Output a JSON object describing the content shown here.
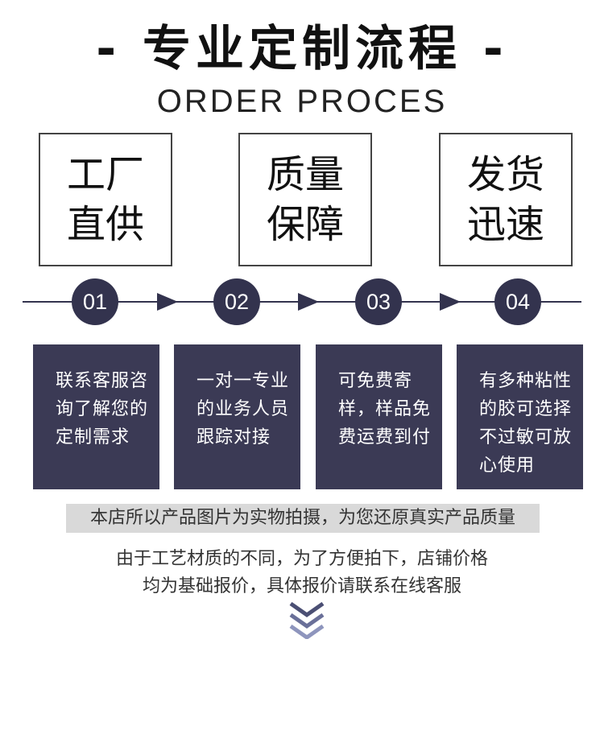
{
  "header": {
    "title": "- 专业定制流程 -",
    "subtitle": "ORDER PROCES"
  },
  "features": [
    {
      "line1": "工厂",
      "line2": "直供"
    },
    {
      "line1": "质量",
      "line2": "保障"
    },
    {
      "line1": "发货",
      "line2": "迅速"
    }
  ],
  "steps": [
    {
      "number": "01",
      "lines": [
        "联系客服咨",
        "询了解您的",
        "定制需求"
      ]
    },
    {
      "number": "02",
      "lines": [
        "一对一专业",
        "的业务人员",
        "跟踪对接"
      ]
    },
    {
      "number": "03",
      "lines": [
        "可免费寄",
        "样，样品免",
        "费运费到付"
      ]
    },
    {
      "number": "04",
      "lines": [
        "有多种粘性",
        "的胶可选择",
        "不过敏可放",
        "心使用"
      ]
    }
  ],
  "notice": "本店所以产品图片为实物拍摄，为您还原真实产品质量",
  "notes": [
    "由于工艺材质的不同，为了方便拍下，店铺价格",
    "均为基础报价，具体报价请联系在线客服"
  ],
  "colors": {
    "accent": "#33334e",
    "step_box": "#3b3a55",
    "notice_bg": "#d9d9d9",
    "chevron_dark": "#4b4f74",
    "chevron_light": "#8e95bd"
  },
  "icons": {
    "scroll_down": "chevron-double-down-icon"
  }
}
